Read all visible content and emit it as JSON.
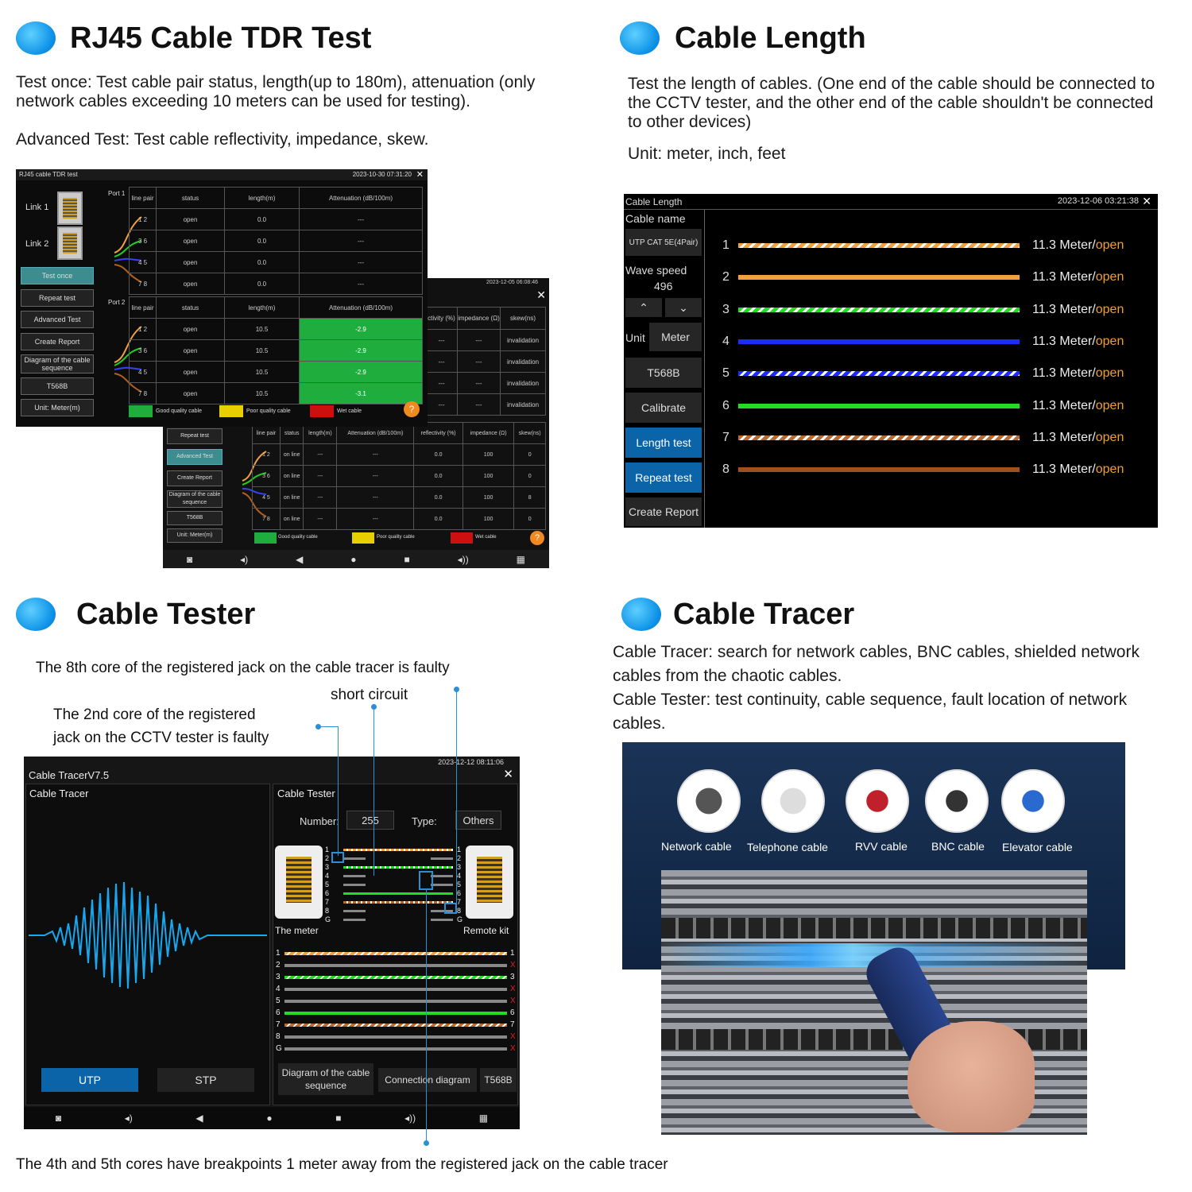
{
  "sections": {
    "tdr": {
      "title": "RJ45 Cable TDR Test",
      "p1": "Test once: Test cable pair status, length(up to 180m), attenuation (only network cables exceeding 10 meters can be used for testing).",
      "p2": "Advanced Test: Test cable reflectivity, impedance, skew."
    },
    "length": {
      "title": "Cable Length",
      "p1": "Test the length of cables. (One end of the cable should be connected to the CCTV tester, and the other end of the cable shouldn't be connected to other devices)",
      "p2": "Unit: meter, inch, feet"
    },
    "tester": {
      "title": "Cable Tester",
      "a1": "The 8th core of the registered jack on the cable tracer is faulty",
      "a2": "short circuit",
      "a3": "The 2nd core of the registered",
      "a4": "jack on the CCTV tester is faulty",
      "a5": "The 4th and 5th cores have breakpoints 1 meter away from the registered jack on the cable tracer"
    },
    "tracer": {
      "title": "Cable Tracer",
      "p1": "Cable Tracer: search for network cables, BNC cables, shielded network cables from the chaotic cables.",
      "p2": "Cable Tester: test continuity, cable sequence, fault location of network cables."
    }
  },
  "tdr_screen": {
    "title": "RJ45 cable TDR test",
    "time": "2023-10-30 07:31:20",
    "close": "✕",
    "link1": "Link 1",
    "link2": "Link 2",
    "port1": "Port 1",
    "port2": "Port 2",
    "buttons": [
      "Test once",
      "Repeat test",
      "Advanced Test",
      "Create Report",
      "Diagram of the cable sequence",
      "T568B",
      "Unit: Meter(m)"
    ],
    "headers": [
      "line pair",
      "status",
      "length(m)",
      "Attenuation (dB/100m)"
    ],
    "port1_rows": [
      [
        "1 2",
        "open",
        "0.0",
        "---"
      ],
      [
        "3 6",
        "open",
        "0.0",
        "---"
      ],
      [
        "4 5",
        "open",
        "0.0",
        "---"
      ],
      [
        "7 8",
        "open",
        "0.0",
        "---"
      ]
    ],
    "port2_rows": [
      [
        "1 2",
        "open",
        "10.5",
        "-2.9"
      ],
      [
        "3 6",
        "open",
        "10.5",
        "-2.9"
      ],
      [
        "4 5",
        "open",
        "10.5",
        "-2.9"
      ],
      [
        "7 8",
        "open",
        "10.5",
        "-3.1"
      ]
    ],
    "legend": [
      "Good quality cable",
      "Poor quality cable",
      "Wet cable"
    ]
  },
  "tdr_screen2": {
    "time": "2023-12-05 06:08:46",
    "close": "✕",
    "top_headers": [
      "ctivity (%)",
      "impedance (Ω)",
      "skew(ns)"
    ],
    "top_rows": [
      [
        "---",
        "---",
        "invalidation"
      ],
      [
        "---",
        "---",
        "invalidation"
      ],
      [
        "---",
        "---",
        "invalidation"
      ],
      [
        "---",
        "---",
        "invalidation"
      ]
    ],
    "buttons": [
      "Repeat test",
      "Advanced Test",
      "Create Report",
      "Diagram of the cable sequence",
      "T568B",
      "Unit: Meter(m)"
    ],
    "headers": [
      "line pair",
      "status",
      "length(m)",
      "Attenuation (dB/100m)",
      "reflectivity (%)",
      "impedance (Ω)",
      "skew(ns)"
    ],
    "rows": [
      [
        "1 2",
        "on line",
        "---",
        "---",
        "0.0",
        "100",
        "0"
      ],
      [
        "3 6",
        "on line",
        "---",
        "---",
        "0.0",
        "100",
        "0"
      ],
      [
        "4 5",
        "on line",
        "---",
        "---",
        "0.0",
        "100",
        "8"
      ],
      [
        "7 8",
        "on line",
        "---",
        "---",
        "0.0",
        "100",
        "0"
      ]
    ],
    "legend": [
      "Good quality cable",
      "Poor quality cable",
      "Wet cable"
    ]
  },
  "length_screen": {
    "title": "Cable Length",
    "time": "2023-12-06 03:21:38",
    "close": "✕",
    "cable_name_label": "Cable name",
    "cable_name": "UTP CAT 5E(4Pair)",
    "wave_label": "Wave speed",
    "wave_value": "496",
    "unit_label": "Unit",
    "unit_value": "Meter",
    "buttons": [
      "T568B",
      "Calibrate",
      "Length test",
      "Repeat test",
      "Create Report"
    ],
    "wires": [
      {
        "n": "1",
        "v": "11.3 Meter/",
        "s": "open",
        "color": "#f0a040",
        "striped": true
      },
      {
        "n": "2",
        "v": "11.3 Meter/",
        "s": "open",
        "color": "#f0a040",
        "striped": false
      },
      {
        "n": "3",
        "v": "11.3 Meter/",
        "s": "open",
        "color": "#22dd22",
        "striped": true
      },
      {
        "n": "4",
        "v": "11.3 Meter/",
        "s": "open",
        "color": "#1c2cff",
        "striped": false
      },
      {
        "n": "5",
        "v": "11.3 Meter/",
        "s": "open",
        "color": "#1c2cff",
        "striped": true
      },
      {
        "n": "6",
        "v": "11.3 Meter/",
        "s": "open",
        "color": "#22dd22",
        "striped": false
      },
      {
        "n": "7",
        "v": "11.3 Meter/",
        "s": "open",
        "color": "#b86a30",
        "striped": true
      },
      {
        "n": "8",
        "v": "11.3 Meter/",
        "s": "open",
        "color": "#a0501e",
        "striped": false
      }
    ]
  },
  "tester_screen": {
    "time": "2023-12-12 08:11:06",
    "app": "Cable TracerV7.5",
    "close": "✕",
    "left_tab": "Cable Tracer",
    "right_tab": "Cable Tester",
    "number_label": "Number:",
    "number_value": "255",
    "type_label": "Type:",
    "type_value": "Others",
    "meter_label": "The meter",
    "remote_label": "Remote kit",
    "pins": [
      "1",
      "2",
      "3",
      "4",
      "5",
      "6",
      "7",
      "8",
      "G"
    ],
    "left_buttons": [
      "UTP",
      "STP"
    ],
    "bottom_buttons": [
      "Diagram of the cable sequence",
      "Connection diagram",
      "T568B"
    ],
    "seq_rows": [
      {
        "n": "1",
        "color": "#f0a040",
        "striped": true,
        "end": "1"
      },
      {
        "n": "2",
        "color": "#888",
        "striped": false,
        "end": "X"
      },
      {
        "n": "3",
        "color": "#22dd22",
        "striped": true,
        "end": "3"
      },
      {
        "n": "4",
        "color": "#888",
        "striped": false,
        "end": "X"
      },
      {
        "n": "5",
        "color": "#888",
        "striped": false,
        "end": "X"
      },
      {
        "n": "6",
        "color": "#22dd22",
        "striped": false,
        "end": "6"
      },
      {
        "n": "7",
        "color": "#b86a30",
        "striped": true,
        "end": "7"
      },
      {
        "n": "8",
        "color": "#888",
        "striped": false,
        "end": "X"
      },
      {
        "n": "G",
        "color": "#888",
        "striped": false,
        "end": "X"
      }
    ]
  },
  "tracer_panel": {
    "icons": [
      "Network cable",
      "Telephone cable",
      "RVV cable",
      "BNC cable",
      "Elevator cable"
    ]
  }
}
